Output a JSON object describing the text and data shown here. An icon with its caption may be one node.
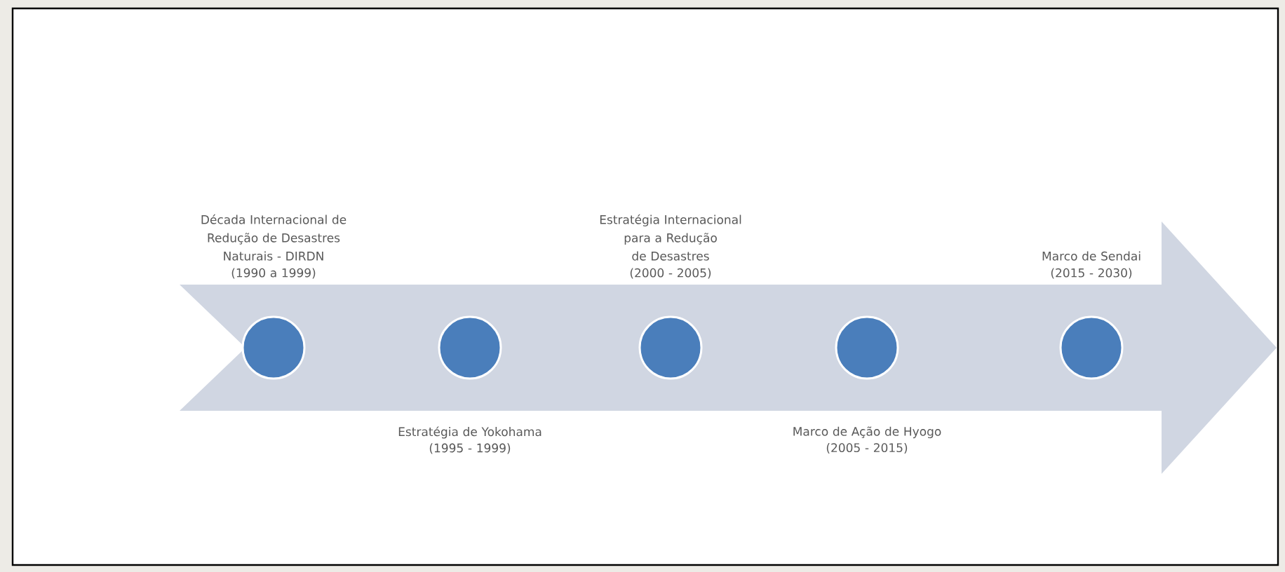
{
  "diagram": {
    "nodes": [
      {
        "text": [],
        "shape": "circle",
        "beside": [
          "Década Internacional de Redução de Desastres Naturais - DIRDN",
          "(1990 a 1999)"
        ]
      },
      {
        "text": [],
        "shape": "circle",
        "beside": [
          "Estratégia de Yokohama",
          "(1995 - 1999)"
        ]
      },
      {
        "text": [],
        "shape": "circle",
        "beside": [
          "Estratégia Internacional para a Redução de Desastres",
          "(2000 - 2005)"
        ]
      },
      {
        "text": [],
        "shape": "circle",
        "beside": [
          "Marco de Ação de Hyogo",
          "(2005 - 2015)"
        ]
      },
      {
        "text": [],
        "shape": "circle",
        "beside": [
          "Marco de Sendai",
          "(2015 - 2030)"
        ]
      }
    ]
  }
}
